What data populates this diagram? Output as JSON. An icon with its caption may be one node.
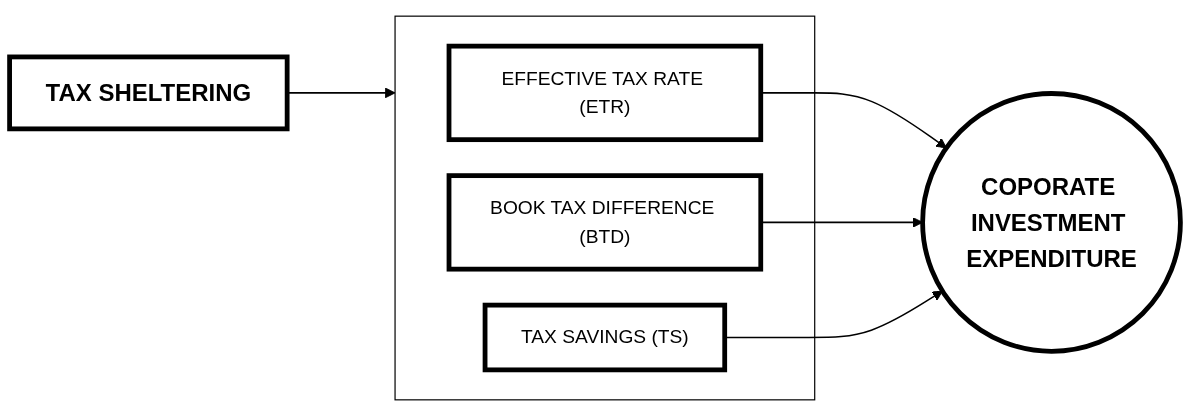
{
  "diagram": {
    "nodes": [
      {
        "text": [
          "TAX SHELTERING"
        ]
      },
      {
        "text": [],
        "shape": "box"
      },
      {
        "text": [
          "EFFECTIVE TAX RATE (ETR)"
        ],
        "in": 1
      },
      {
        "text": [
          "BOOK TAX DIFFERENCE (BTD)"
        ],
        "in": 1
      },
      {
        "text": [
          "TAX SAVINGS (TS)"
        ],
        "in": 1
      },
      {
        "text": [
          "COPORATE INVESTMENT EXPENDITURE"
        ]
      }
    ],
    "edges": [
      {
        "from": 0,
        "to": 1,
        "arrow": "to"
      },
      {
        "from": 2,
        "to": 5,
        "arrow": "to"
      },
      {
        "from": 3,
        "to": 5,
        "arrow": "to"
      },
      {
        "from": 4,
        "to": 5,
        "arrow": "to"
      }
    ]
  }
}
